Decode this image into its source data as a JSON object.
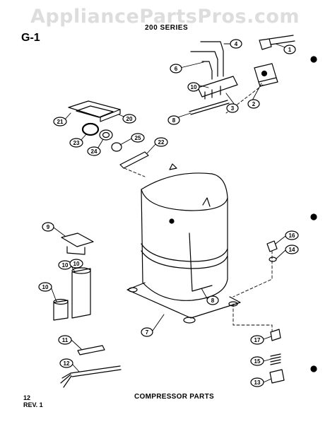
{
  "watermark": "AppliancePartsPros.com",
  "figure_id": "G-1",
  "series_label": "200 SERIES",
  "caption": "COMPRESSOR PARTS",
  "page_number": "12",
  "revision": "REV. 1",
  "callouts": {
    "c1": "1",
    "c2": "2",
    "c3": "3",
    "c4": "4",
    "c6": "6",
    "c8a": "8",
    "c10a": "10",
    "c21": "21",
    "c20": "20",
    "c23": "23",
    "c24": "24",
    "c25": "25",
    "c22": "22",
    "c9": "9",
    "c10b": "10",
    "c10c": "10",
    "c10d": "10",
    "c8b": "8",
    "c16": "16",
    "c14": "14",
    "c7": "7",
    "c11": "11",
    "c12": "12",
    "c17": "17",
    "c15": "15",
    "c13": "13"
  },
  "colors": {
    "ink": "#000000",
    "watermark": "#d7d7d7",
    "paper": "#ffffff"
  }
}
